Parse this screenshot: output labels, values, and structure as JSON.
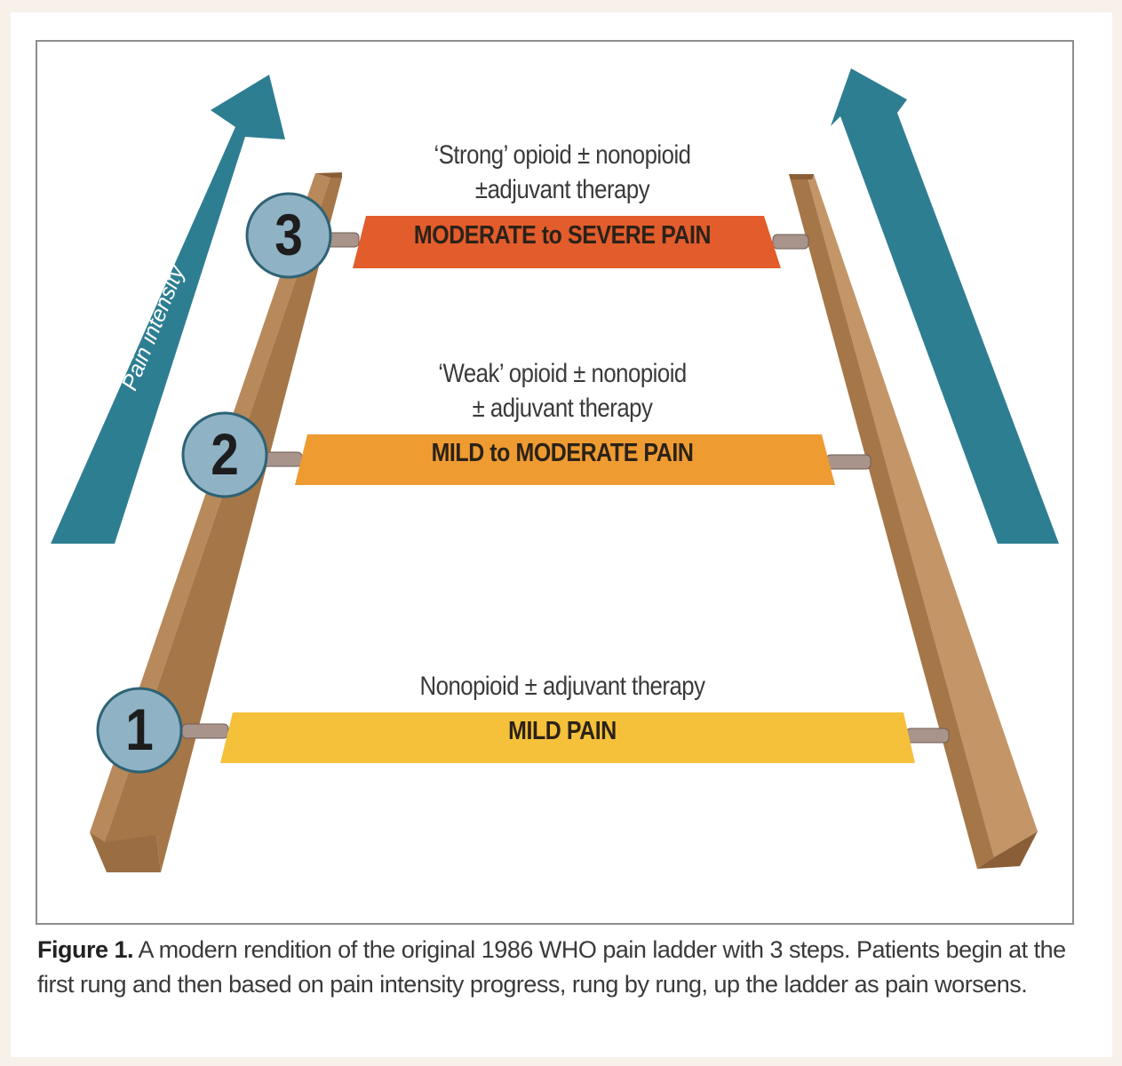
{
  "figure": {
    "arrow_label": "Pain intensity",
    "steps": [
      {
        "number": "1",
        "therapy_lines": [
          "Nonopioid ± adjuvant therapy"
        ],
        "pain_label": "MILD PAIN",
        "color": "#f5c03a"
      },
      {
        "number": "2",
        "therapy_lines": [
          "‘Weak’ opioid ± nonopioid",
          "± adjuvant therapy"
        ],
        "pain_label": "MILD to MODERATE PAIN",
        "color": "#ee9b32"
      },
      {
        "number": "3",
        "therapy_lines": [
          "‘Strong’ opioid ± nonopioid",
          "±adjuvant therapy"
        ],
        "pain_label": "MODERATE to SEVERE PAIN",
        "color": "#e35c2c"
      }
    ],
    "colors": {
      "arrow": "#2e7e92",
      "rail": "#b08250",
      "circle": "#8fb3c5"
    }
  },
  "caption": {
    "label": "Figure 1.",
    "text": " A modern rendition of the original 1986 WHO pain ladder with 3 steps. Patients begin at the first rung and then based on pain intensity progress, rung by rung, up the ladder as pain worsens."
  }
}
